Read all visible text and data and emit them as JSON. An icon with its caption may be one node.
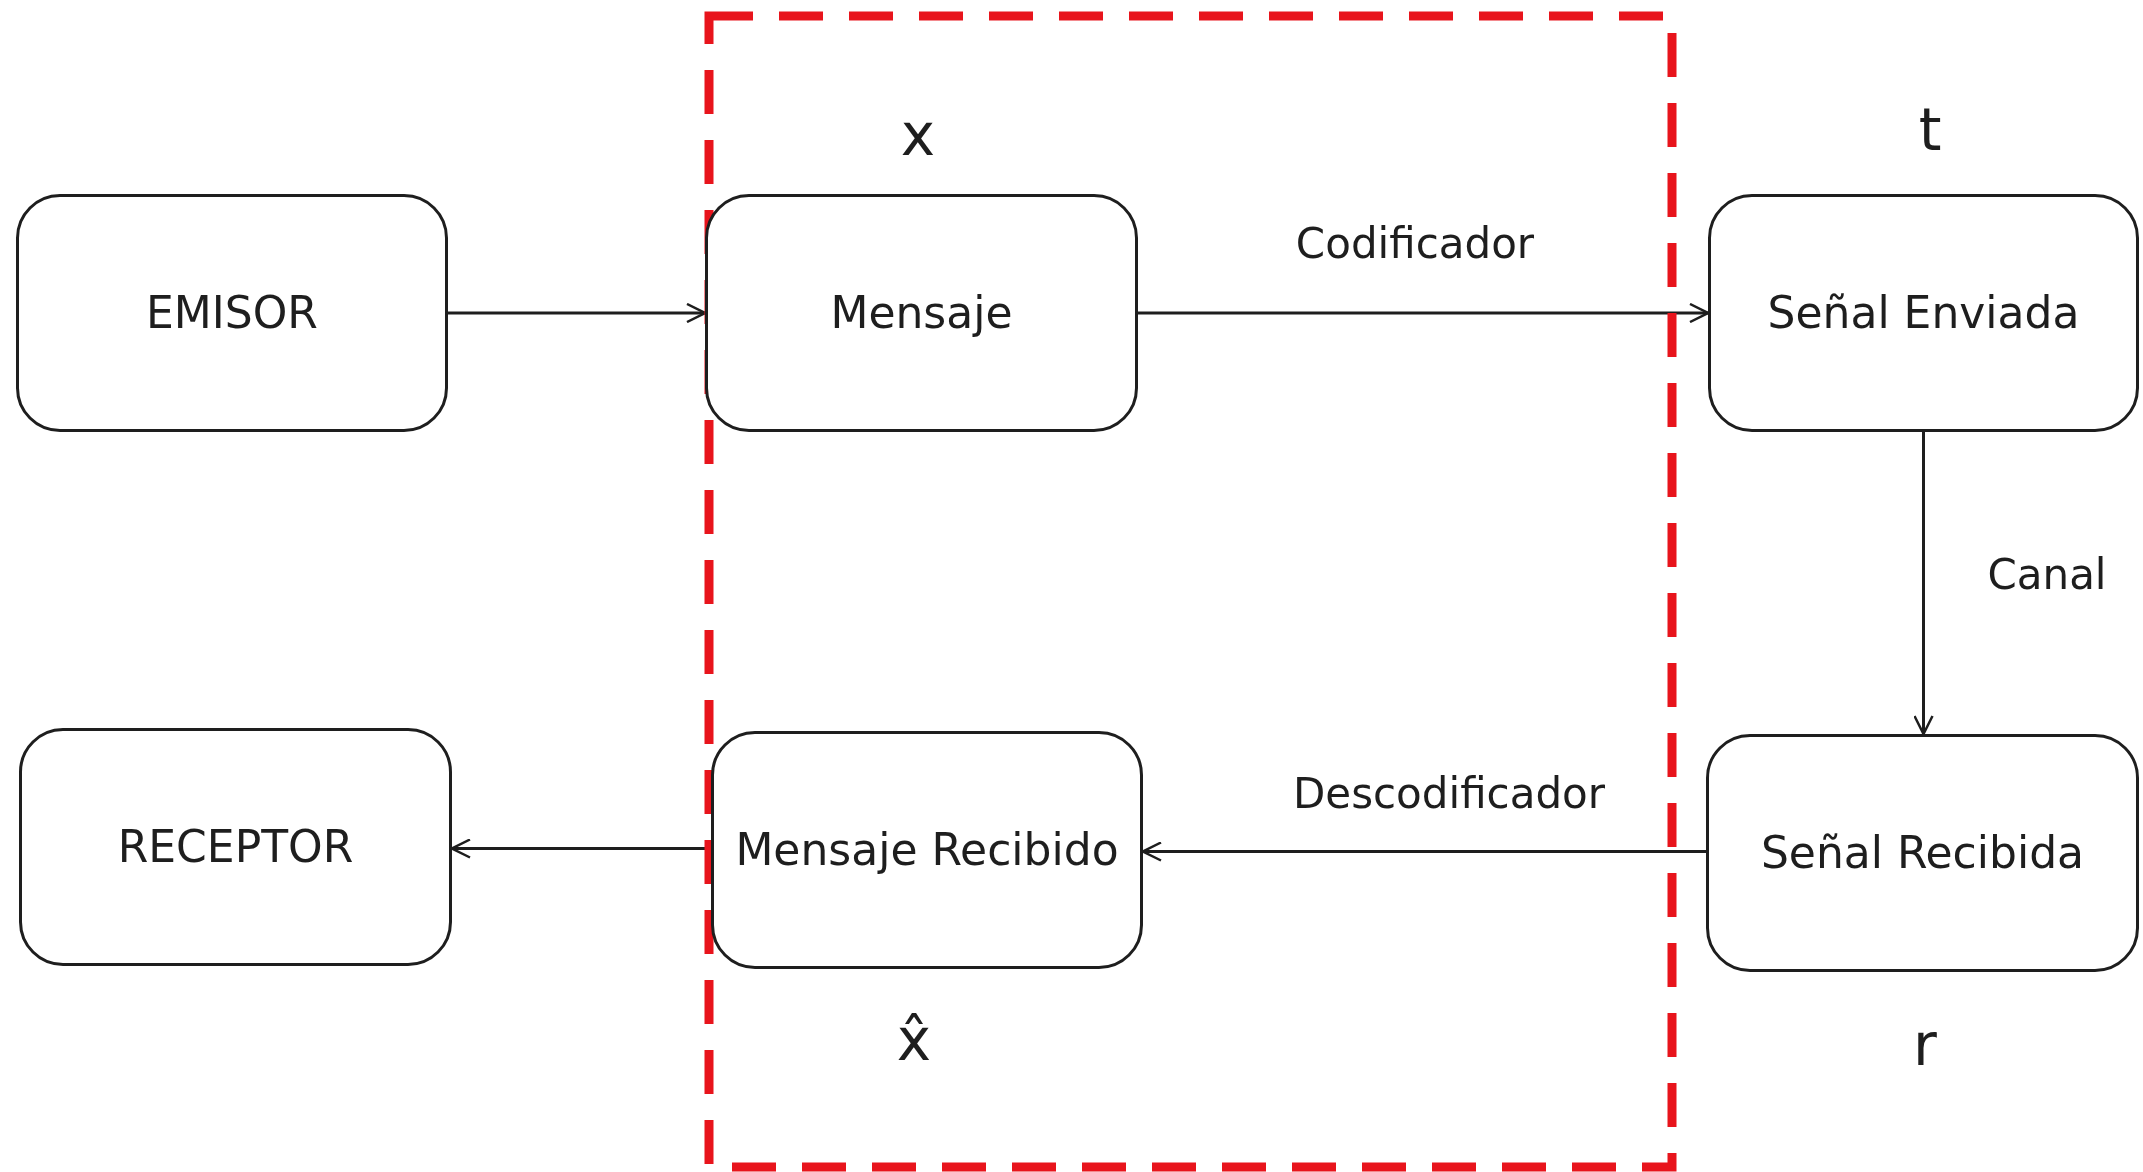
{
  "diagram": {
    "nodes": [
      {
        "text": [
          "EMISOR"
        ]
      },
      {
        "text": [
          "Mensaje"
        ],
        "beside": [
          "x"
        ]
      },
      {
        "text": [
          "Señal Enviada"
        ],
        "beside": [
          "t"
        ]
      },
      {
        "text": [
          "Señal Recibida"
        ],
        "beside": [
          "r"
        ]
      },
      {
        "text": [
          "Mensaje Recibido"
        ],
        "beside": [
          "x̂"
        ]
      },
      {
        "text": [
          "RECEPTOR"
        ]
      }
    ],
    "edges": [
      {
        "from": 0,
        "to": 1,
        "arrow": "to"
      },
      {
        "from": 1,
        "to": 2,
        "arrow": "to",
        "label": "Codificador"
      },
      {
        "from": 2,
        "to": 3,
        "arrow": "to",
        "label": "Canal"
      },
      {
        "from": 3,
        "to": 4,
        "arrow": "to",
        "label": "Descodificador"
      },
      {
        "from": 4,
        "to": 5,
        "arrow": "to"
      }
    ]
  }
}
